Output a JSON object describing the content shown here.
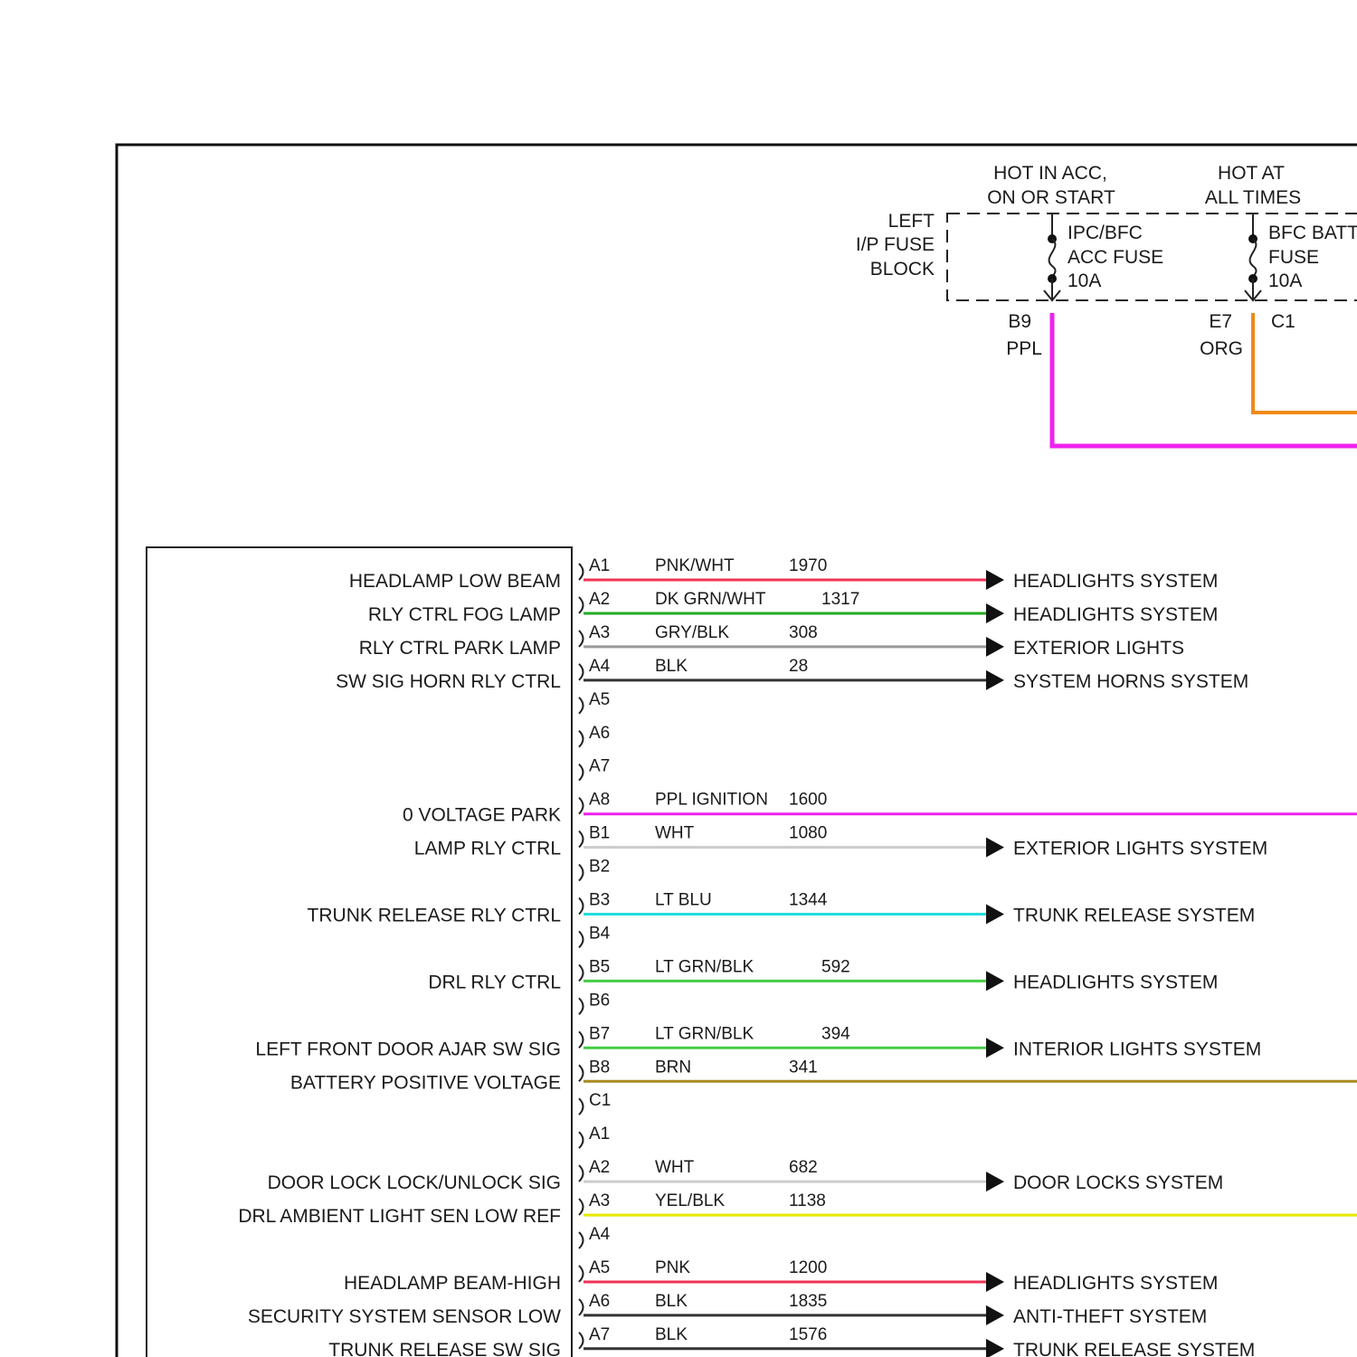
{
  "fuse_block": {
    "label": [
      "LEFT",
      "I/P FUSE",
      "BLOCK"
    ],
    "fuses": [
      {
        "header": [
          "HOT IN ACC,",
          "ON OR START"
        ],
        "name": [
          "IPC/BFC",
          "ACC FUSE",
          "10A"
        ],
        "pin": "B9",
        "color_label": "PPL",
        "pin_right": "",
        "color": "#ee22ee"
      },
      {
        "header": [
          "HOT AT",
          "ALL TIMES"
        ],
        "name": [
          "BFC BATT",
          "FUSE",
          "10A"
        ],
        "pin": "E7",
        "color_label": "ORG",
        "pin_right": "C1",
        "color": "#f08a18"
      }
    ]
  },
  "connector_rows": [
    {
      "pin": "A1",
      "color_label": "PNK/WHT",
      "circuit": "1970",
      "function": "HEADLAMP LOW BEAM",
      "dest": "HEADLIGHTS SYSTEM",
      "wire_color": "#ee3355",
      "arrow": true
    },
    {
      "pin": "A2",
      "color_label": "DK GRN/WHT",
      "circuit": "1317",
      "function": "RLY CTRL FOG LAMP",
      "dest": "HEADLIGHTS SYSTEM",
      "wire_color": "#22aa22",
      "arrow": true
    },
    {
      "pin": "A3",
      "color_label": "GRY/BLK",
      "circuit": "308",
      "function": "RLY CTRL PARK LAMP",
      "dest": "EXTERIOR LIGHTS",
      "wire_color": "#999999",
      "arrow": true
    },
    {
      "pin": "A4",
      "color_label": "BLK",
      "circuit": "28",
      "function": "SW SIG HORN RLY CTRL",
      "dest": "SYSTEM HORNS SYSTEM",
      "wire_color": "#333333",
      "arrow": true
    },
    {
      "pin": "A5",
      "color_label": "",
      "circuit": "",
      "function": "",
      "dest": "",
      "wire_color": "",
      "arrow": false
    },
    {
      "pin": "A6",
      "color_label": "",
      "circuit": "",
      "function": "",
      "dest": "",
      "wire_color": "",
      "arrow": false
    },
    {
      "pin": "A7",
      "color_label": "",
      "circuit": "",
      "function": "",
      "dest": "",
      "wire_color": "",
      "arrow": false
    },
    {
      "pin": "A8",
      "color_label": "PPL IGNITION",
      "circuit": "1600",
      "function": "0 VOLTAGE PARK",
      "dest": "",
      "wire_color": "#ee22ee",
      "arrow": false
    },
    {
      "pin": "B1",
      "color_label": "WHT",
      "circuit": "1080",
      "function": "LAMP RLY CTRL",
      "dest": "EXTERIOR LIGHTS SYSTEM",
      "wire_color": "#cccccc",
      "arrow": true
    },
    {
      "pin": "B2",
      "color_label": "",
      "circuit": "",
      "function": "",
      "dest": "",
      "wire_color": "",
      "arrow": false
    },
    {
      "pin": "B3",
      "color_label": "LT BLU",
      "circuit": "1344",
      "function": "TRUNK RELEASE RLY CTRL",
      "dest": "TRUNK RELEASE SYSTEM",
      "wire_color": "#22dddd",
      "arrow": true
    },
    {
      "pin": "B4",
      "color_label": "",
      "circuit": "",
      "function": "",
      "dest": "",
      "wire_color": "",
      "arrow": false
    },
    {
      "pin": "B5",
      "color_label": "LT GRN/BLK",
      "circuit": "592",
      "function": "DRL RLY CTRL",
      "dest": "HEADLIGHTS SYSTEM",
      "wire_color": "#44cc44",
      "arrow": true
    },
    {
      "pin": "B6",
      "color_label": "",
      "circuit": "",
      "function": "",
      "dest": "",
      "wire_color": "",
      "arrow": false
    },
    {
      "pin": "B7",
      "color_label": "LT GRN/BLK",
      "circuit": "394",
      "function": "LEFT FRONT DOOR AJAR SW SIG",
      "dest": "INTERIOR LIGHTS SYSTEM",
      "wire_color": "#44cc44",
      "arrow": true
    },
    {
      "pin": "B8",
      "color_label": "BRN",
      "circuit": "341",
      "function": "BATTERY POSITIVE VOLTAGE",
      "dest": "",
      "wire_color": "#a88a20",
      "arrow": false
    },
    {
      "pin": "C1",
      "color_label": "",
      "circuit": "",
      "function": "",
      "dest": "",
      "wire_color": "",
      "arrow": false
    },
    {
      "pin": "A1",
      "color_label": "",
      "circuit": "",
      "function": "",
      "dest": "",
      "wire_color": "",
      "arrow": false
    },
    {
      "pin": "A2",
      "color_label": "WHT",
      "circuit": "682",
      "function": "DOOR LOCK LOCK/UNLOCK SIG",
      "dest": "DOOR LOCKS SYSTEM",
      "wire_color": "#cccccc",
      "arrow": true
    },
    {
      "pin": "A3",
      "color_label": "YEL/BLK",
      "circuit": "1138",
      "function": "DRL AMBIENT LIGHT SEN LOW REF",
      "dest": "",
      "wire_color": "#e8e800",
      "arrow": false
    },
    {
      "pin": "A4",
      "color_label": "",
      "circuit": "",
      "function": "",
      "dest": "",
      "wire_color": "",
      "arrow": false
    },
    {
      "pin": "A5",
      "color_label": "PNK",
      "circuit": "1200",
      "function": "HEADLAMP BEAM-HIGH",
      "dest": "HEADLIGHTS SYSTEM",
      "wire_color": "#ee3355",
      "arrow": true
    },
    {
      "pin": "A6",
      "color_label": "BLK",
      "circuit": "1835",
      "function": "SECURITY SYSTEM SENSOR LOW",
      "dest": "ANTI-THEFT SYSTEM",
      "wire_color": "#333333",
      "arrow": true
    },
    {
      "pin": "A7",
      "color_label": "BLK",
      "circuit": "1576",
      "function": "TRUNK RELEASE SW SIG",
      "dest": "TRUNK RELEASE SYSTEM",
      "wire_color": "#333333",
      "arrow": true
    }
  ]
}
